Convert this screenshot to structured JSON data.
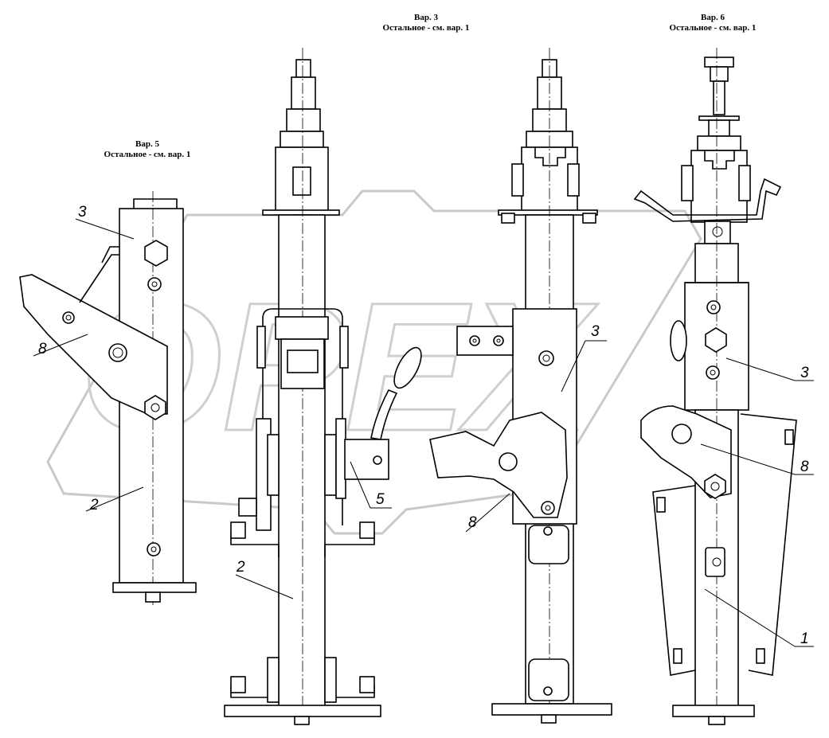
{
  "variants": {
    "var5": {
      "title": "Вар. 5",
      "note": "Остальное - см. вар. 1"
    },
    "var3": {
      "title": "Вар. 3",
      "note": "Остальное - см. вар. 1"
    },
    "var6": {
      "title": "Вар. 6",
      "note": "Остальное - см. вар. 1"
    }
  },
  "callouts": {
    "v5_3": "3",
    "v5_8": "8",
    "v5_2": "2",
    "v1_5": "5",
    "v1_2": "2",
    "v3_3": "3",
    "v3_8": "8",
    "v6_3": "3",
    "v6_8": "8",
    "v6_1": "1"
  },
  "watermark": "OPEX"
}
